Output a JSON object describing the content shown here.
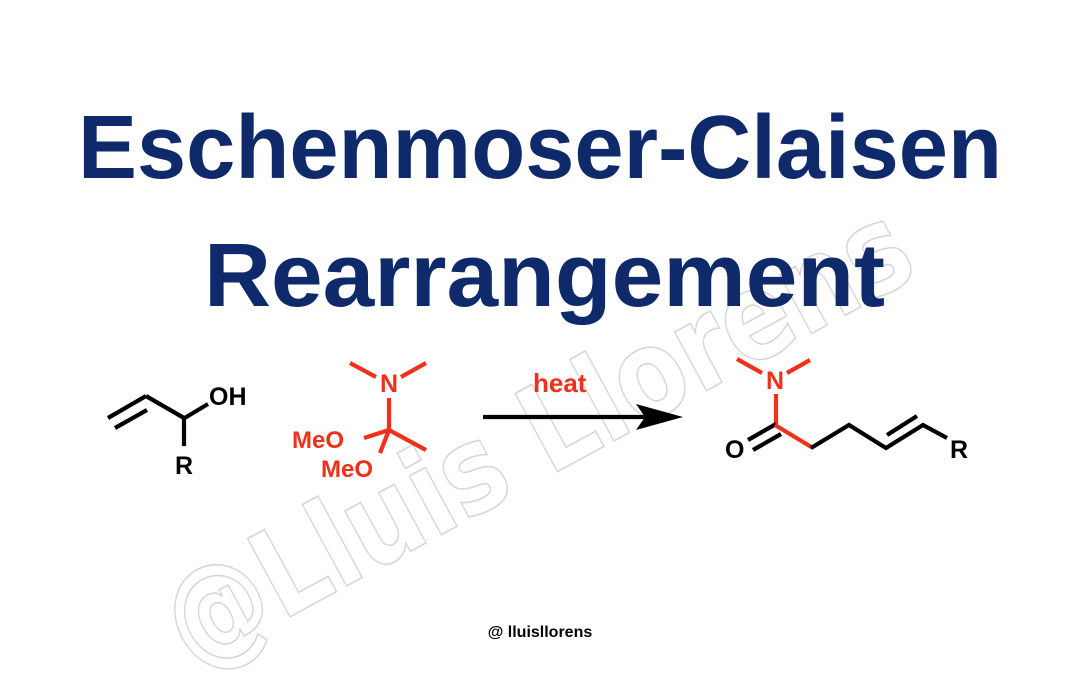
{
  "title": {
    "line1": "Eschenmoser-Claisen",
    "line2": "Rearrangement",
    "color": "#0f2a6a"
  },
  "watermark": {
    "text": "@Lluis Llorens",
    "color": "#d6d6d6"
  },
  "reaction": {
    "reactant1": {
      "name": "allylic alcohol",
      "labels": {
        "hydroxyl": "OH",
        "substituent": "R"
      }
    },
    "reactant2": {
      "name": "N,N-dimethylacetamide dimethyl acetal",
      "labels": {
        "nitrogen": "N",
        "methoxy1": "MeO",
        "methoxy2": "MeO"
      },
      "color": "#f0301a"
    },
    "arrow": {
      "condition": "heat",
      "condition_color": "#f0301a"
    },
    "product": {
      "name": "gamma,delta-unsaturated amide",
      "labels": {
        "nitrogen": "N",
        "carbonyl_oxygen": "O",
        "substituent": "R"
      }
    }
  },
  "footer": {
    "handle": "@ lluisllorens"
  }
}
